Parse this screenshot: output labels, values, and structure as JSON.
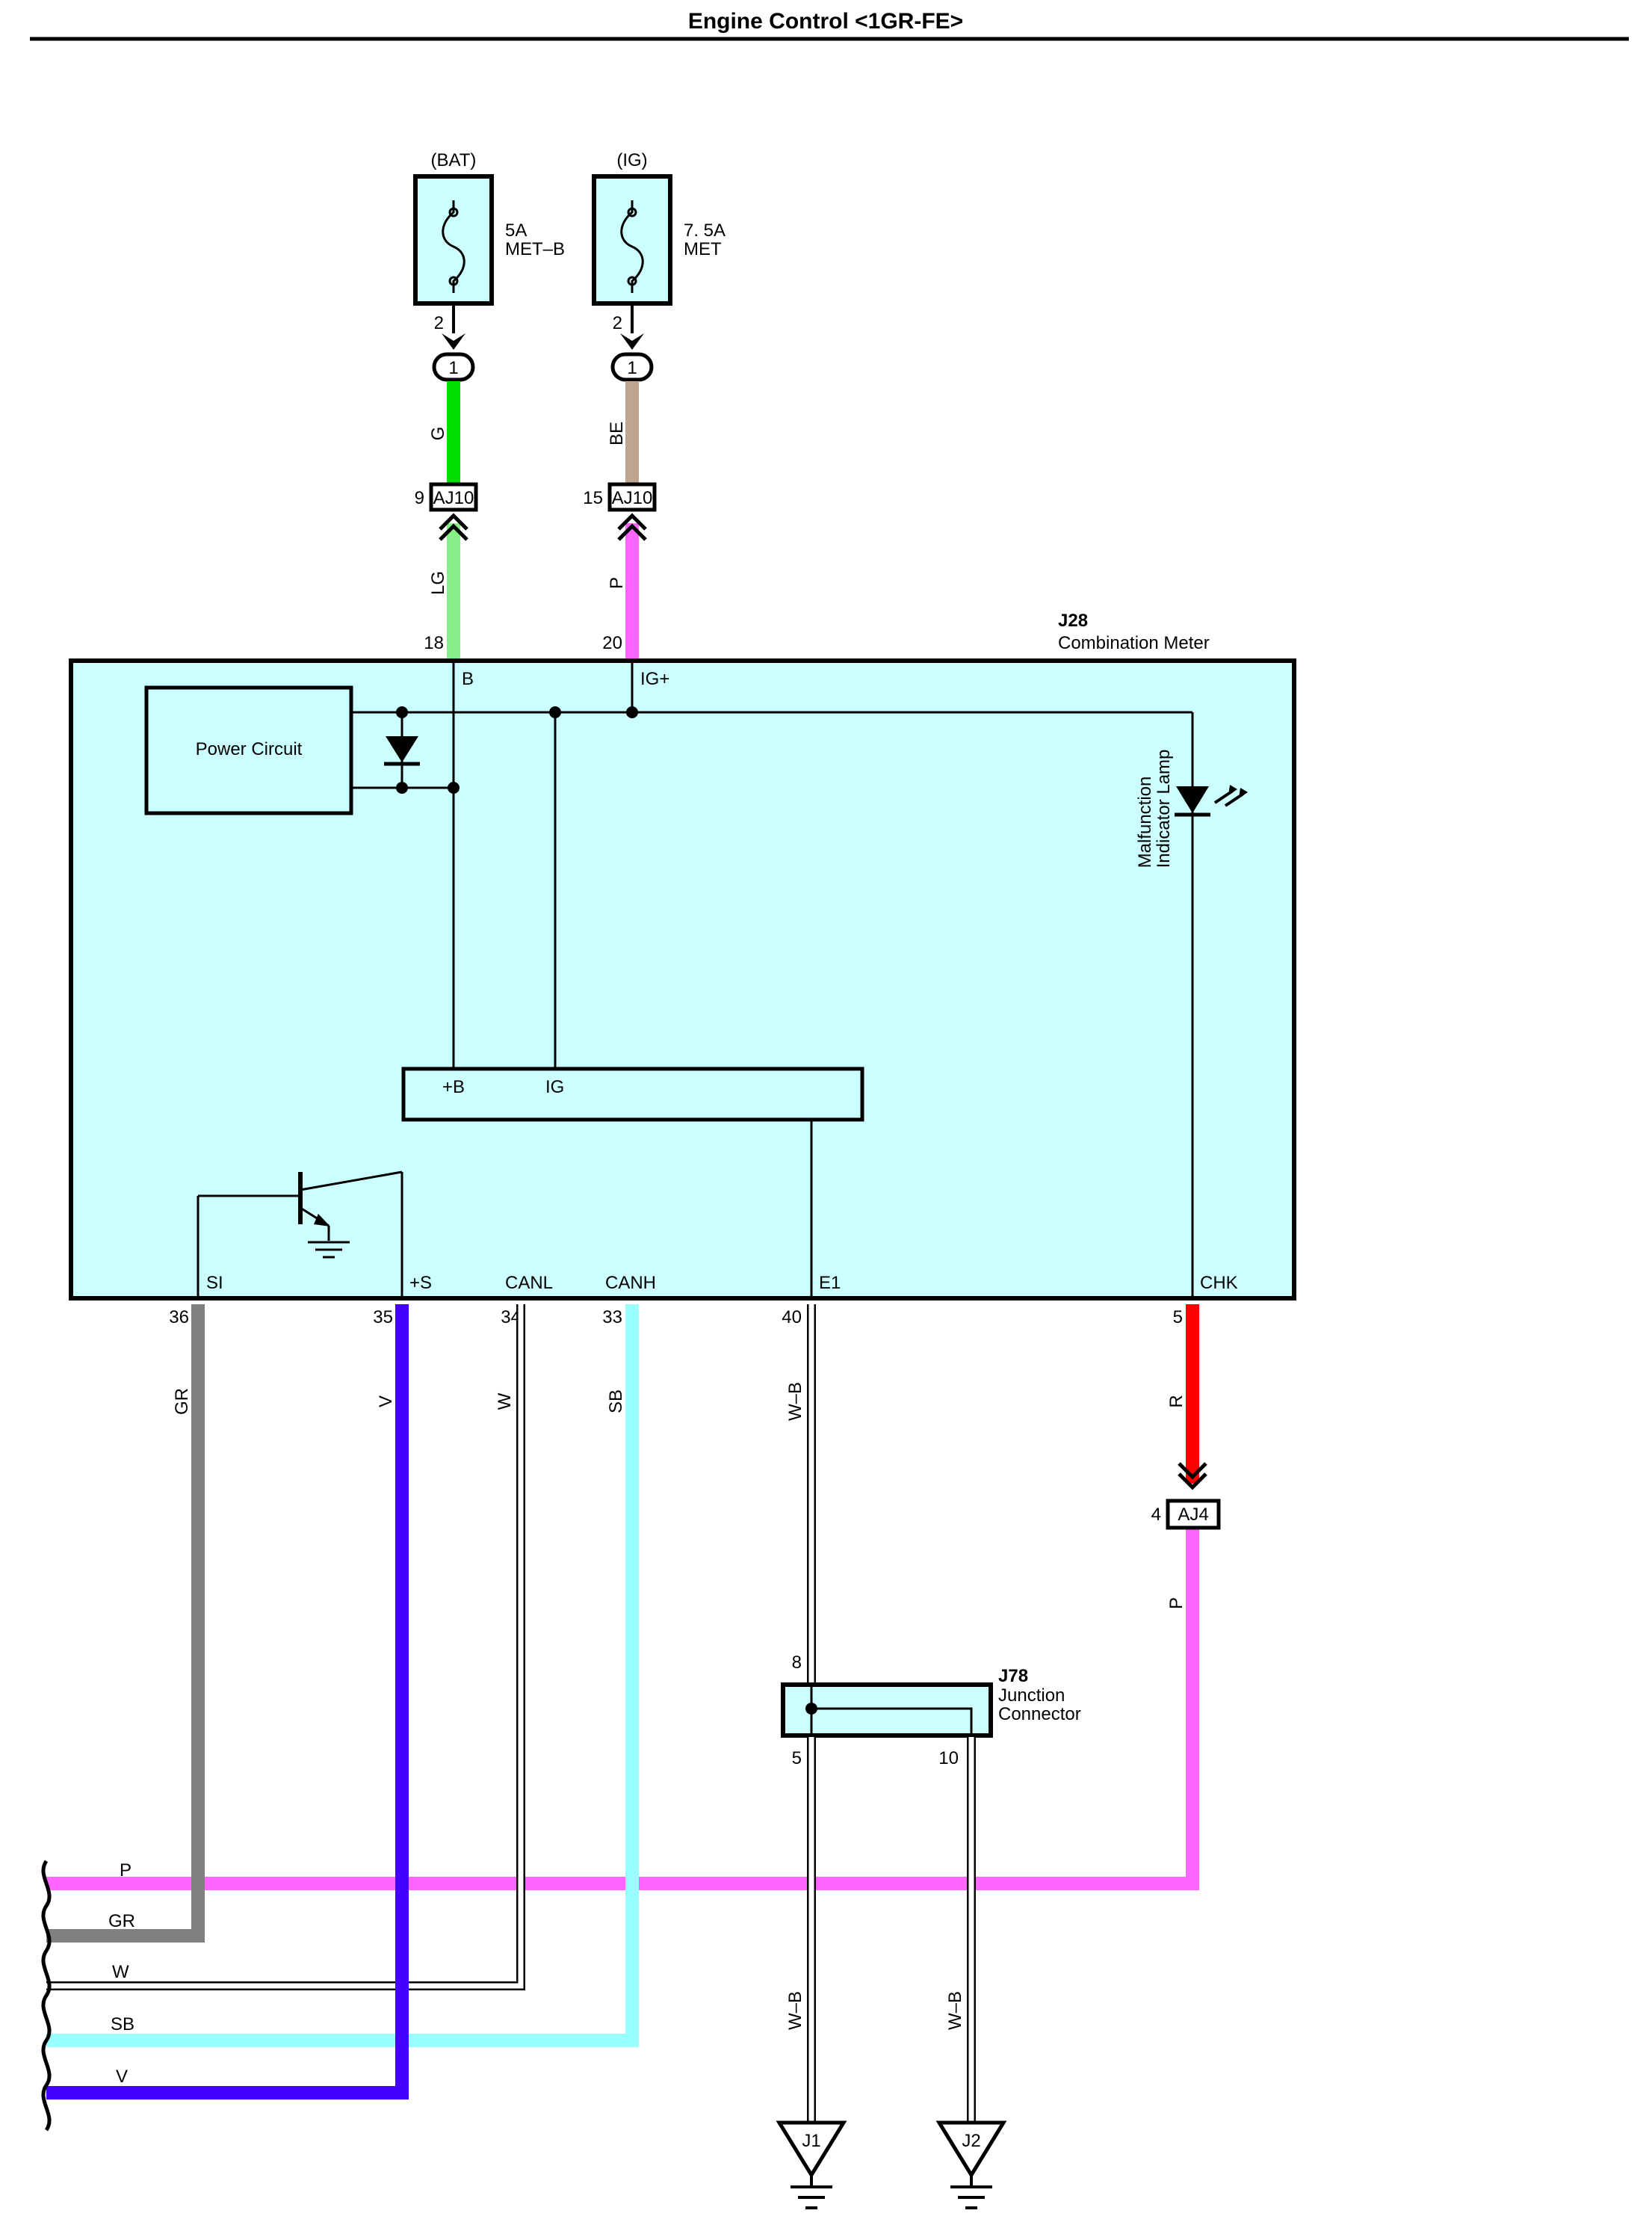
{
  "title": "Engine Control <1GR-FE>",
  "colors": {
    "G": "#00e000",
    "BE": "#bfa58f",
    "LG": "#88ee88",
    "P": "#ff66ff",
    "GR": "#808080",
    "V": "#4400ff",
    "W": "#ffffff",
    "SB": "#99ffff",
    "W-B": "#ffffff",
    "R": "#ff0000",
    "box": "#ccffff"
  },
  "fuses": [
    {
      "source": "(BAT)",
      "amps": "5A",
      "name": "MET–B",
      "pin": "2",
      "conn": "1",
      "wire_upper": "G",
      "aj_pin": "9",
      "aj": "AJ10",
      "wire_lower": "LG",
      "meter_pin": "18",
      "meter_label": "B"
    },
    {
      "source": "(IG)",
      "amps": "7. 5A",
      "name": "MET",
      "pin": "2",
      "conn": "1",
      "wire_upper": "BE",
      "aj_pin": "15",
      "aj": "AJ10",
      "wire_lower": "P",
      "meter_pin": "20",
      "meter_label": "IG+"
    }
  ],
  "meter": {
    "id": "J28",
    "name": "Combination Meter",
    "power_circuit": "Power Circuit",
    "lamp_line1": "Malfunction",
    "lamp_line2": "Indicator Lamp",
    "inner_plusb": "+B",
    "inner_ig": "IG"
  },
  "bottom_pins": [
    {
      "label": "SI",
      "pin": "36",
      "wire": "GR"
    },
    {
      "label": "+S",
      "pin": "35",
      "wire": "V"
    },
    {
      "label": "CANL",
      "pin": "34",
      "wire": "W"
    },
    {
      "label": "CANH",
      "pin": "33",
      "wire": "SB"
    },
    {
      "label": "E1",
      "pin": "40",
      "wire": "W–B"
    },
    {
      "label": "CHK",
      "pin": "5",
      "wire": "R"
    }
  ],
  "aj4": {
    "pin": "4",
    "name": "AJ4",
    "wire": "P"
  },
  "junction": {
    "id": "J78",
    "line1": "Junction",
    "line2": "Connector",
    "pin_in": "8",
    "pin_out1": "5",
    "pin_out2": "10",
    "wire1": "W–B",
    "wire2": "W–B"
  },
  "grounds": [
    {
      "label": "J1"
    },
    {
      "label": "J2"
    }
  ],
  "bus_labels": [
    "P",
    "GR",
    "W",
    "SB",
    "V"
  ]
}
